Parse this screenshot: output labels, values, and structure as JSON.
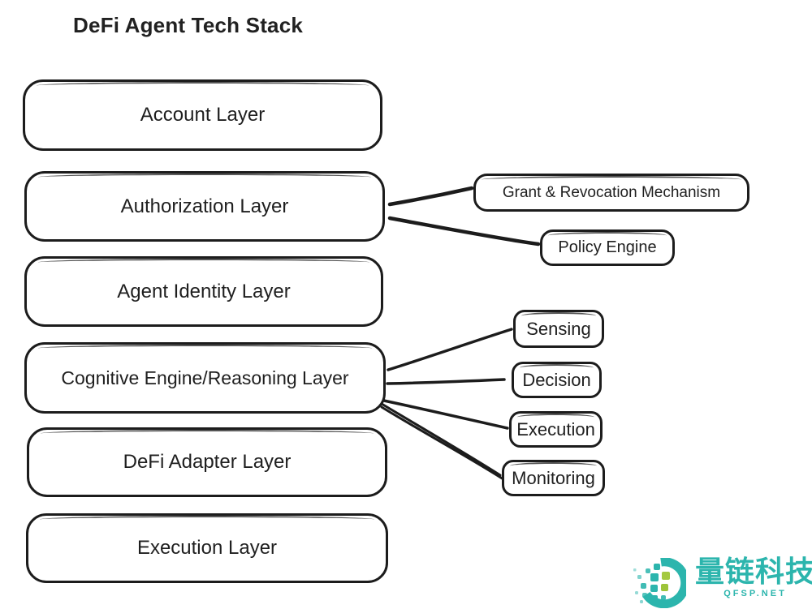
{
  "title": "DeFi Agent Tech Stack",
  "diagram": {
    "stack_layers": [
      "Account Layer",
      "Authorization Layer",
      "Agent Identity Layer",
      "Cognitive Engine/Reasoning Layer",
      "DeFi Adapter Layer",
      "Execution Layer"
    ],
    "authorization_components": [
      "Grant & Revocation Mechanism",
      "Policy Engine"
    ],
    "cognitive_components": [
      "Sensing",
      "Decision",
      "Execution",
      "Monitoring"
    ],
    "edges": [
      [
        "Authorization Layer",
        "Grant & Revocation Mechanism"
      ],
      [
        "Authorization Layer",
        "Policy Engine"
      ],
      [
        "Cognitive Engine/Reasoning Layer",
        "Sensing"
      ],
      [
        "Cognitive Engine/Reasoning Layer",
        "Decision"
      ],
      [
        "Cognitive Engine/Reasoning Layer",
        "Execution"
      ],
      [
        "Cognitive Engine/Reasoning Layer",
        "Monitoring"
      ]
    ]
  },
  "watermark": {
    "brand": "量链科技",
    "site": "QFSP.NET"
  },
  "colors": {
    "outline": "#1c1c1c",
    "brand_teal": "#2cb5ad",
    "brand_green": "#9dc43a"
  }
}
